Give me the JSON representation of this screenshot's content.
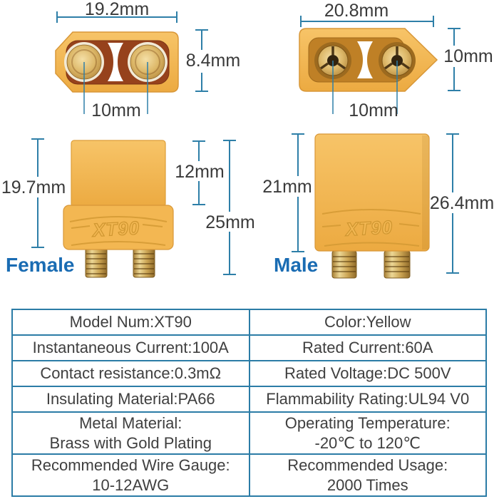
{
  "colors": {
    "dim-line": "#2e7fa8",
    "dim-text": "#3a3a3a",
    "gender-label": "#1a6cb3",
    "body-yellow": "#f3b752",
    "body-stroke": "#d89738",
    "female-cavity": "#96421c",
    "male-cavity": "#bf8026",
    "table-border": "#2b7ca6",
    "table-text": "#3f3f3f"
  },
  "diagrams": {
    "female_top": {
      "width": "19.2mm",
      "height": "8.4mm",
      "pin_pitch": "10mm"
    },
    "male_top": {
      "width": "20.8mm",
      "height": "10mm",
      "pin_pitch": "10mm"
    },
    "female_side": {
      "overall_height": "19.7mm",
      "upper_height": "12mm",
      "total_height": "25mm",
      "gender": "Female",
      "embossed": "XT90"
    },
    "male_side": {
      "body_height": "21mm",
      "total_height": "26.4mm",
      "gender": "Male",
      "embossed": "XT90"
    }
  },
  "spec_table": {
    "rows": [
      {
        "left1": "Model Num:XT90",
        "right1": "Color:Yellow"
      },
      {
        "left1": "Instantaneous Current:100A",
        "right1": "Rated Current:60A"
      },
      {
        "left1": "Contact resistance:0.3mΩ",
        "right1": "Rated Voltage:DC 500V"
      },
      {
        "left1": "Insulating Material:PA66",
        "right1": "Flammability Rating:UL94 V0"
      },
      {
        "left1": "Metal Material:",
        "left2": "Brass with Gold Plating",
        "right1": "Operating Temperature:",
        "right2": "-20℃ to 120℃"
      },
      {
        "left1": "Recommended Wire Gauge:",
        "left2": "10-12AWG",
        "right1": "Recommended Usage:",
        "right2": "2000 Times"
      }
    ]
  }
}
